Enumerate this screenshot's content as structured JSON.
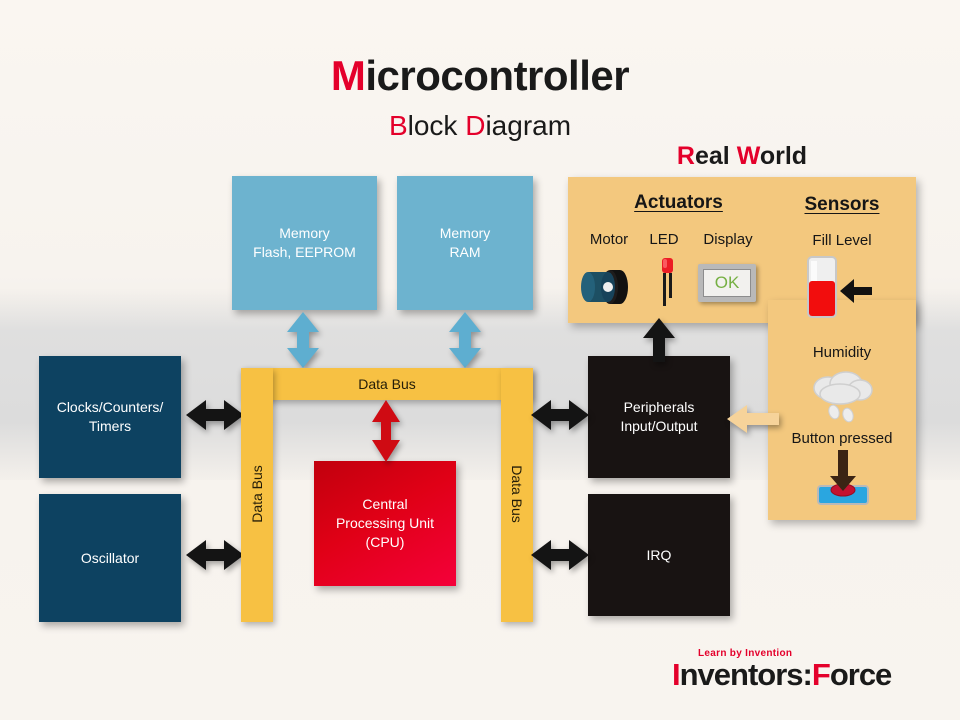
{
  "title": {
    "cap": "M",
    "rest": "icrocontroller"
  },
  "subtitle": {
    "cap1": "B",
    "word1": "lock ",
    "cap2": "D",
    "word2": "iagram"
  },
  "real_world_title": {
    "cap1": "R",
    "word1": "eal ",
    "cap2": "W",
    "word2": "orld"
  },
  "blocks": {
    "memory_flash": "Memory\nFlash, EEPROM",
    "memory_flash_line1": "Memory",
    "memory_flash_line2": "Flash, EEPROM",
    "memory_ram_line1": "Memory",
    "memory_ram_line2": "RAM",
    "clocks_line1": "Clocks/Counters/",
    "clocks_line2": "Timers",
    "oscillator": "Oscillator",
    "cpu_line1": "Central",
    "cpu_line2": "Processing Unit",
    "cpu_line3": "(CPU)",
    "peripherals_line1": "Peripherals",
    "peripherals_line2": "Input/Output",
    "irq": "IRQ"
  },
  "bus": {
    "label_top": "Data Bus",
    "label_left": "Data Bus",
    "label_right": "Data Bus"
  },
  "real_world": {
    "actuators_heading": "Actuators",
    "sensors_heading": "Sensors",
    "actuator_items": [
      {
        "label": "Motor",
        "icon": "motor-icon"
      },
      {
        "label": "LED",
        "icon": "led-icon"
      },
      {
        "label": "Display",
        "icon": "display-icon",
        "screen_text": "OK"
      }
    ],
    "sensor_items": [
      {
        "label": "Fill Level",
        "icon": "fill-level-icon"
      },
      {
        "label": "Humidity",
        "icon": "humidity-cloud-icon"
      },
      {
        "label": "Button pressed",
        "icon": "button-press-icon"
      }
    ]
  },
  "logo": {
    "tagline": "Learn by Invention",
    "cap1": "I",
    "part1": "nventors:",
    "cap2": "F",
    "part2": "orce"
  },
  "colors": {
    "accent_red": "#e4002b",
    "memory_blue": "#6db3cf",
    "navy": "#0d4261",
    "bus_yellow": "#f7c143",
    "panel_tan": "#f3c87e",
    "block_black": "#181312",
    "cpu_red": "#e00016",
    "display_green": "#76b043"
  }
}
